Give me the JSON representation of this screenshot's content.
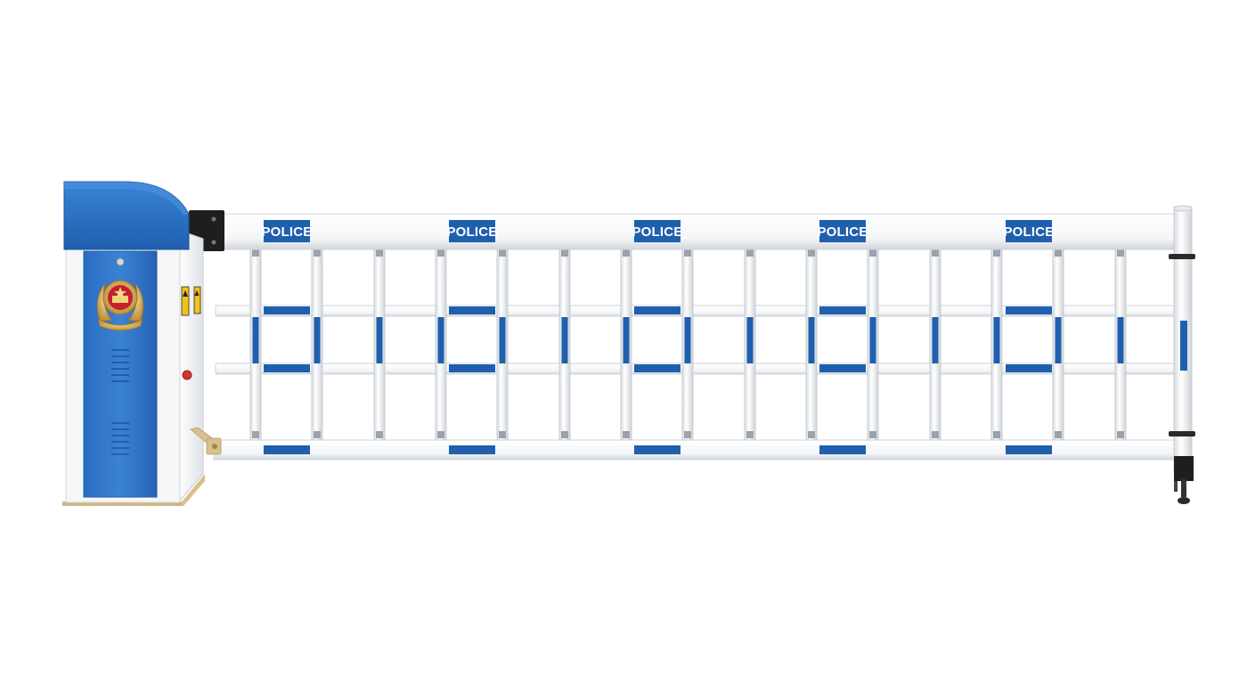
{
  "gate": {
    "sign_labels": [
      "POLICE",
      "POLICE",
      "POLICE",
      "POLICE",
      "POLICE"
    ],
    "colors": {
      "accent_blue": "#1f5fae",
      "cabinet_blue": "#2f73c8",
      "frame_white": "#ffffff",
      "frame_edge": "#cfd3d8",
      "badge_gold": "#c9a14a",
      "badge_red": "#c8202a",
      "bracket_black": "#1e1e1e",
      "stop_red": "#d9322b"
    },
    "icons": {
      "emblem": "police-emblem-icon",
      "warning": "warning-triangle-icon"
    }
  }
}
